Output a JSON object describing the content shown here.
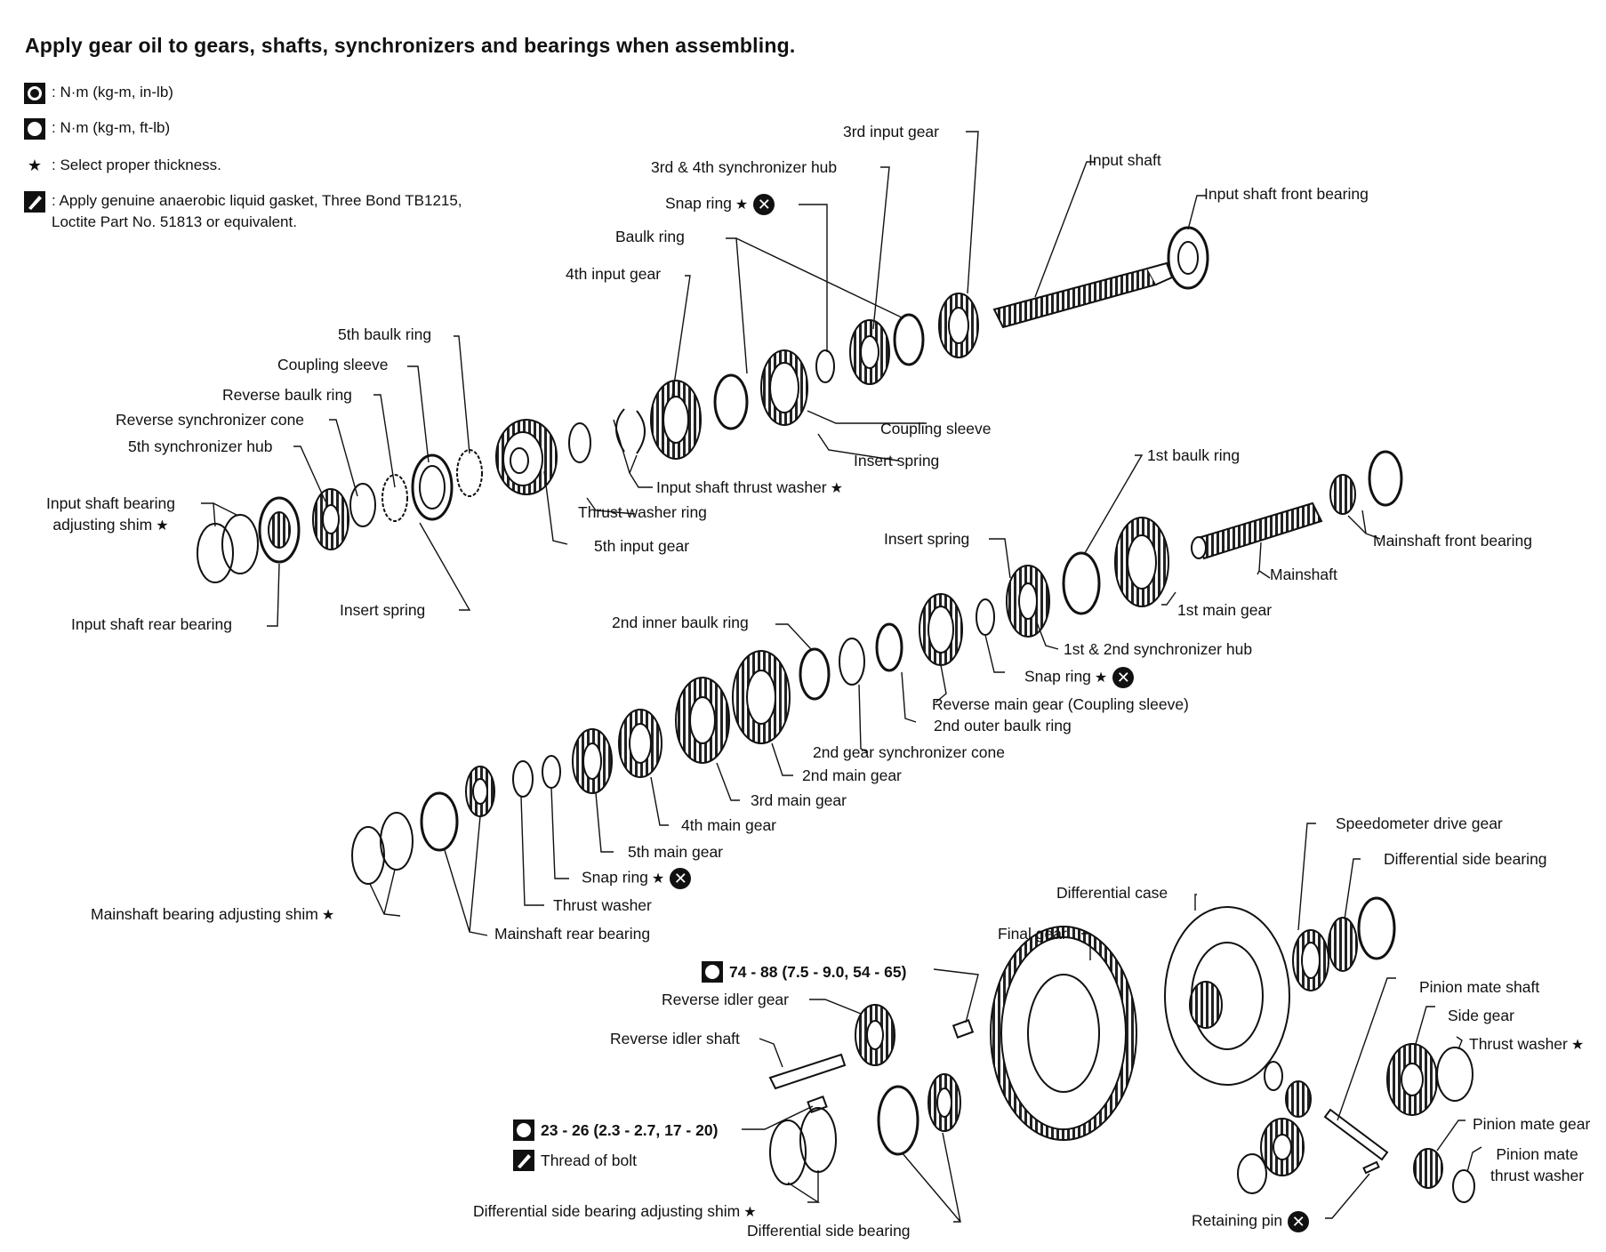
{
  "title": "Apply gear oil to gears, shafts, synchronizers and bearings when assembling.",
  "legend": {
    "torque_in_lb": ": N·m (kg-m, in-lb)",
    "torque_ft_lb": ": N·m (kg-m, ft-lb)",
    "star_note": ": Select proper thickness.",
    "gasket_note": ": Apply genuine anaerobic liquid gasket, Three Bond TB1215,\nLoctite  Part No. 51813 or equivalent."
  },
  "star_symbol": "★",
  "x_symbol": "✕",
  "labels": {
    "third_input_gear": "3rd input gear",
    "third_fourth_sync_hub": "3rd & 4th synchronizer hub",
    "snap_ring_top": "Snap ring",
    "baulk_ring": "Baulk ring",
    "fourth_input_gear": "4th input gear",
    "input_shaft": "Input shaft",
    "input_shaft_front_bearing": "Input shaft front bearing",
    "fifth_baulk_ring": "5th baulk ring",
    "coupling_sleeve_left": "Coupling sleeve",
    "reverse_baulk_ring": "Reverse baulk ring",
    "reverse_sync_cone": "Reverse synchronizer cone",
    "fifth_sync_hub": "5th synchronizer hub",
    "input_shaft_bearing_adjusting_shim": "Input shaft bearing\nadjusting shim",
    "input_shaft_rear_bearing": "Input shaft rear bearing",
    "insert_spring_left": "Insert spring",
    "coupling_sleeve_right": "Coupling sleeve",
    "insert_spring_mid": "Insert spring",
    "input_shaft_thrust_washer": "Input shaft thrust washer",
    "thrust_washer_ring": "Thrust washer ring",
    "fifth_input_gear": "5th input gear",
    "first_baulk_ring": "1st baulk ring",
    "insert_spring_right": "Insert spring",
    "mainshaft_front_bearing": "Mainshaft front bearing",
    "mainshaft": "Mainshaft",
    "first_main_gear": "1st main gear",
    "first_second_sync_hub": "1st & 2nd synchronizer hub",
    "second_inner_baulk_ring": "2nd inner baulk ring",
    "snap_ring_mid": "Snap ring",
    "reverse_main_gear": "Reverse main gear (Coupling sleeve)",
    "second_outer_baulk_ring": "2nd outer baulk ring",
    "second_gear_sync_cone": "2nd gear synchronizer cone",
    "second_main_gear": "2nd main gear",
    "third_main_gear": "3rd main gear",
    "fourth_main_gear": "4th main gear",
    "fifth_main_gear": "5th main gear",
    "snap_ring_low": "Snap ring",
    "thrust_washer": "Thrust washer",
    "mainshaft_bearing_adjusting_shim": "Mainshaft bearing adjusting shim",
    "mainshaft_rear_bearing": "Mainshaft rear bearing",
    "speedometer_drive_gear": "Speedometer drive gear",
    "differential_side_bearing_top": "Differential side bearing",
    "differential_case": "Differential case",
    "final_gear": "Final gear",
    "torque_final_gear": "74 - 88 (7.5 - 9.0, 54 - 65)",
    "reverse_idler_gear": "Reverse idler gear",
    "reverse_idler_shaft": "Reverse idler shaft",
    "torque_idler_shaft": "23 - 26 (2.3 - 2.7, 17 - 20)",
    "thread_of_bolt": "Thread of bolt",
    "diff_side_bearing_adjusting_shim": "Differential side bearing adjusting shim",
    "differential_side_bearing_bottom": "Differential side bearing",
    "pinion_mate_shaft": "Pinion mate shaft",
    "side_gear": "Side gear",
    "thrust_washer_diff": "Thrust washer",
    "pinion_mate_gear": "Pinion mate gear",
    "pinion_mate_thrust_washer": "Pinion mate\nthrust washer",
    "retaining_pin": "Retaining pin"
  }
}
